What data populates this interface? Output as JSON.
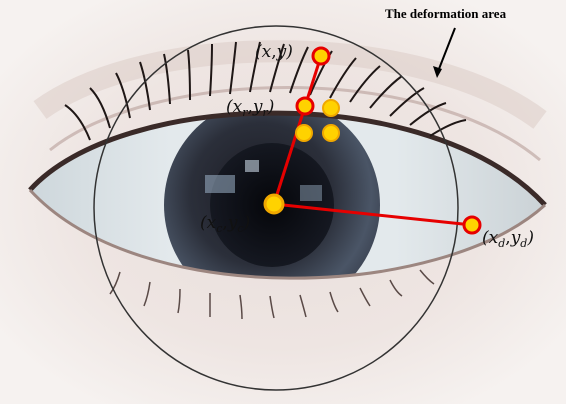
{
  "annotation": {
    "area_label": "The deformation area"
  },
  "points": {
    "target": {
      "var": "x",
      "sep": ",",
      "var2": "y"
    },
    "ref": {
      "var": "x",
      "sub": "r",
      "sep": ",",
      "var2": "y",
      "sub2": "r"
    },
    "center": {
      "var": "x",
      "sub": "c",
      "sep": ",",
      "var2": "y",
      "sub2": "c"
    },
    "edge": {
      "var": "x",
      "sub": "d",
      "sep": ",",
      "var2": "y",
      "sub2": "d"
    }
  },
  "colors": {
    "line": "#e60000",
    "point_fill_red": "#ff1a1a",
    "point_fill_yellow": "#ffd200",
    "circle_stroke": "#333333"
  }
}
